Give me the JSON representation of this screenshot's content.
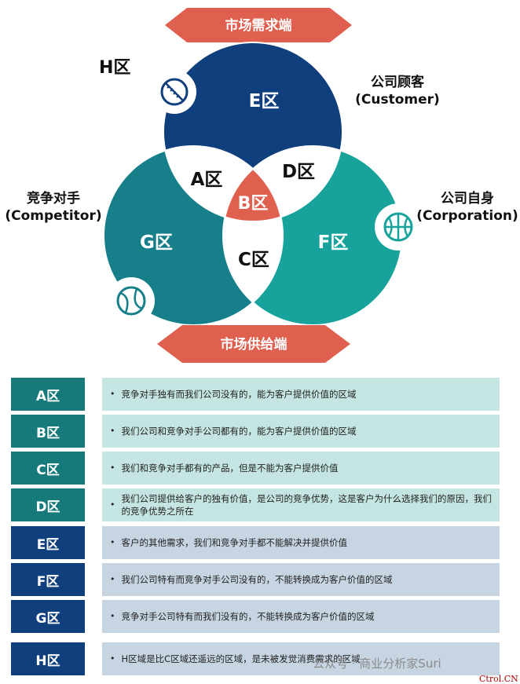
{
  "banners": {
    "top": "市场需求端",
    "bottom": "市场供给端"
  },
  "h_zone_label": "H区",
  "circle_labels": {
    "customer": {
      "name": "公司顾客",
      "en": "(Customer)"
    },
    "competitor": {
      "name": "竞争对手",
      "en": "(Competitor)"
    },
    "corporation": {
      "name": "公司自身",
      "en": "(Corporation)"
    }
  },
  "zones": {
    "E": "E区",
    "G": "G区",
    "F": "F区",
    "A": "A区",
    "D": "D区",
    "B": "B区",
    "C": "C区"
  },
  "colors": {
    "navy": "#0f3f7d",
    "teal": "#167f8a",
    "seafoam": "#17a39b",
    "red": "#e0604f",
    "light_teal_bg": "#c4e5e1",
    "light_navy_bg": "#c7d5e3"
  },
  "table": [
    {
      "key": "A区",
      "text": "竞争对手独有而我们公司没有的，能为客户提供价值的区域",
      "style": "teal"
    },
    {
      "key": "B区",
      "text": "我们公司和竞争对手公司都有的，能为客户提供价值的区域",
      "style": "teal"
    },
    {
      "key": "C区",
      "text": "我们和竞争对手都有的产品，但是不能为客户提供价值",
      "style": "teal"
    },
    {
      "key": "D区",
      "text": "我们公司提供给客户的独有价值，是公司的竞争优势，这是客户为什么选择我们的原因，我们的竞争优势之所在",
      "style": "teal"
    },
    {
      "key": "E区",
      "text": "客户的其他需求，我们和竞争对手都不能解决并提供价值",
      "style": "navy"
    },
    {
      "key": "F区",
      "text": "我们公司特有而竞争对手公司没有的，不能转换成为客户价值的区域",
      "style": "navy"
    },
    {
      "key": "G区",
      "text": "竞争对手公司特有而我们没有的，不能转换成为客户价值的区域",
      "style": "navy"
    },
    {
      "key": "H区",
      "text": "H区域是比C区域还遥远的区域，是未被发觉消费需求的区域",
      "style": "navy"
    }
  ],
  "watermark": "公众号 · 商业分析家Suri",
  "corner_mark": "Ctrol.CN",
  "icons": [
    "baseball-icon",
    "basketball-icon",
    "tennis-ball-icon"
  ]
}
